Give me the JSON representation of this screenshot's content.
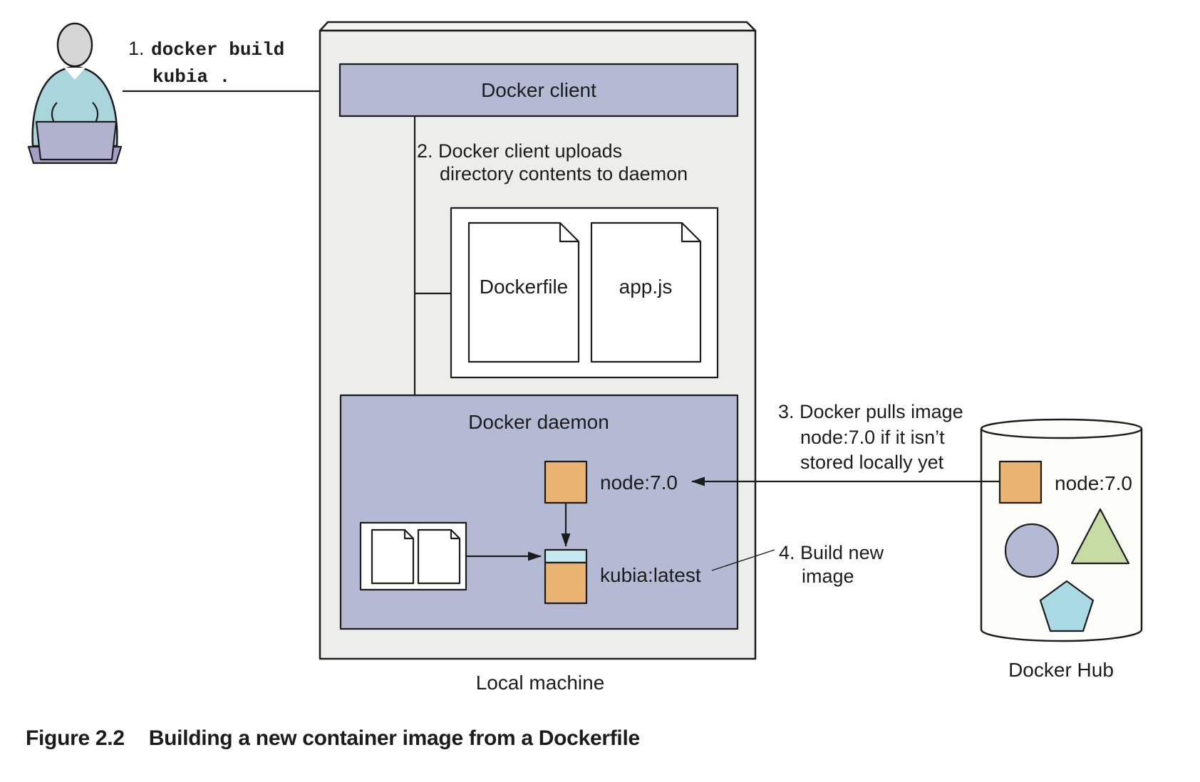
{
  "figure": {
    "caption_label": "Figure 2.2",
    "caption_text": "Building a new container image from a Dockerfile"
  },
  "annotations": {
    "step1_num": "1.",
    "step1_cmd_line1": "docker build",
    "step1_cmd_line2": "kubia .",
    "step2_line1": "2. Docker client uploads",
    "step2_line2": "directory contents to daemon",
    "step3_line1": "3. Docker pulls image",
    "step3_line2": "node:7.0 if it isn’t",
    "step3_line3": "stored locally yet",
    "step4_line1": "4. Build new",
    "step4_line2": "image"
  },
  "local_machine": {
    "label": "Local machine",
    "client_label": "Docker client",
    "daemon_label": "Docker daemon",
    "file1": "Dockerfile",
    "file2": "app.js",
    "node_image": "node:7.0",
    "built_image": "kubia:latest"
  },
  "docker_hub": {
    "label": "Docker Hub",
    "node_image": "node:7.0"
  },
  "colors": {
    "box_gray": "#ededeb",
    "box_gray_top": "#f4f4f2",
    "lavender": "#b5bad4",
    "orange": "#eab372",
    "cyan": "#c6e9ef",
    "green": "#c7dba4",
    "pentagon_blue": "#a9dae3",
    "head_gray": "#d6d6d6",
    "shirt_teal": "#a9d5dc",
    "laptop": "#b1b2ce",
    "laptop_shadow": "#a89dc6",
    "white": "#ffffff",
    "cylinder": "#fcfcf9",
    "ink": "#1c1c1c",
    "caption": "#5a5a5c"
  }
}
